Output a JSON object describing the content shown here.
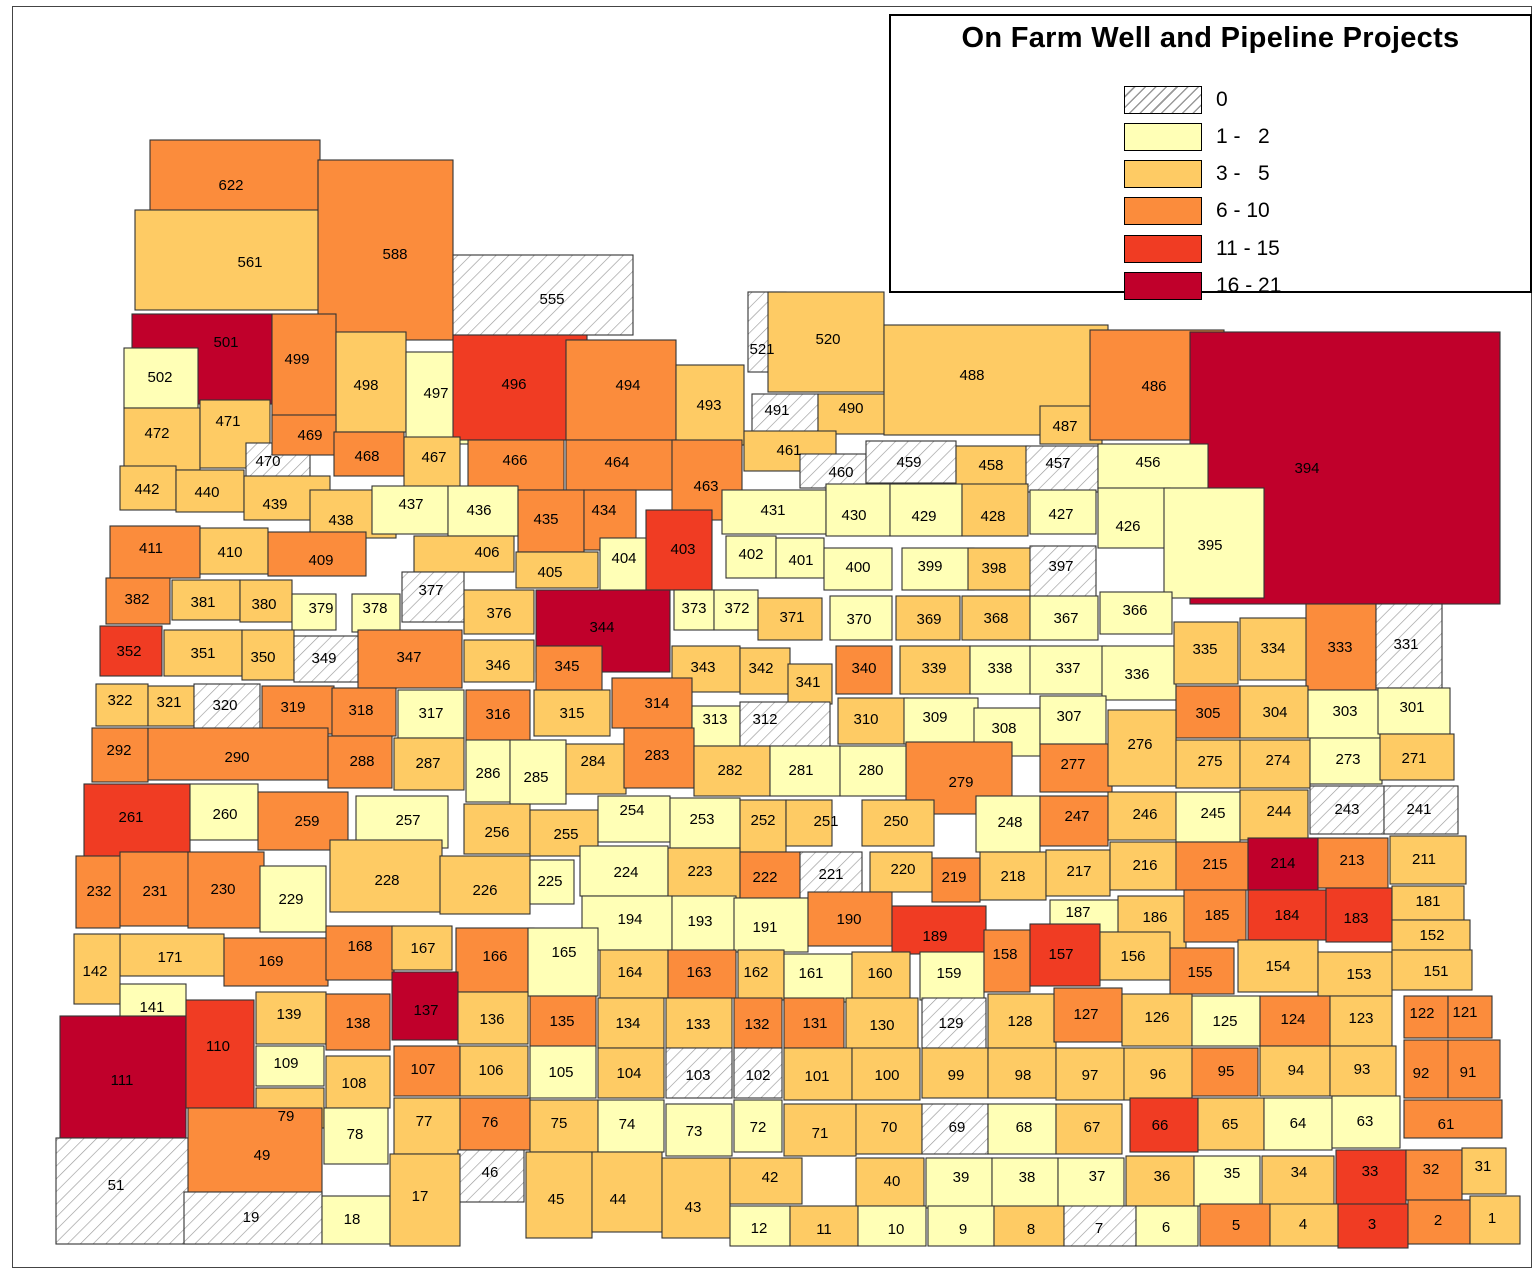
{
  "legend": {
    "title": "On Farm Well and Pipeline Projects",
    "classes": [
      {
        "label": "0",
        "color": "hatch"
      },
      {
        "label": "1 -   2",
        "color": "#FFFFB6"
      },
      {
        "label": "3 -   5",
        "color": "#FECB64"
      },
      {
        "label": "6 - 10",
        "color": "#FB8C3C"
      },
      {
        "label": "11 - 15",
        "color": "#F03C23"
      },
      {
        "label": "16 - 21",
        "color": "#C0002B"
      }
    ]
  },
  "colors": {
    "c0": "hatch",
    "c1": "#FFFFB6",
    "c2": "#FECB64",
    "c3": "#FB8C3C",
    "c4": "#F03C23",
    "c5": "#C0002B",
    "border": "#333333"
  },
  "districts": [
    {
      "id": "622",
      "c": 3
    },
    {
      "id": "561",
      "c": 2
    },
    {
      "id": "588",
      "c": 3
    },
    {
      "id": "555",
      "c": 0
    },
    {
      "id": "501",
      "c": 5
    },
    {
      "id": "502",
      "c": 1
    },
    {
      "id": "499",
      "c": 3
    },
    {
      "id": "498",
      "c": 2
    },
    {
      "id": "497",
      "c": 1
    },
    {
      "id": "496",
      "c": 4
    },
    {
      "id": "494",
      "c": 3
    },
    {
      "id": "493",
      "c": 2
    },
    {
      "id": "521",
      "c": 0
    },
    {
      "id": "520",
      "c": 2
    },
    {
      "id": "491",
      "c": 0
    },
    {
      "id": "490",
      "c": 2
    },
    {
      "id": "488",
      "c": 2
    },
    {
      "id": "487",
      "c": 2
    },
    {
      "id": "486",
      "c": 3
    },
    {
      "id": "394",
      "c": 5
    },
    {
      "id": "472",
      "c": 2
    },
    {
      "id": "471",
      "c": 2
    },
    {
      "id": "470",
      "c": 0
    },
    {
      "id": "469",
      "c": 3
    },
    {
      "id": "468",
      "c": 3
    },
    {
      "id": "467",
      "c": 2
    },
    {
      "id": "466",
      "c": 3
    },
    {
      "id": "464",
      "c": 3
    },
    {
      "id": "463",
      "c": 3
    },
    {
      "id": "461",
      "c": 2
    },
    {
      "id": "460",
      "c": 0
    },
    {
      "id": "459",
      "c": 0
    },
    {
      "id": "458",
      "c": 2
    },
    {
      "id": "457",
      "c": 0
    },
    {
      "id": "456",
      "c": 1
    },
    {
      "id": "442",
      "c": 2
    },
    {
      "id": "440",
      "c": 2
    },
    {
      "id": "439",
      "c": 2
    },
    {
      "id": "438",
      "c": 2
    },
    {
      "id": "437",
      "c": 1
    },
    {
      "id": "436",
      "c": 1
    },
    {
      "id": "435",
      "c": 3
    },
    {
      "id": "434",
      "c": 3
    },
    {
      "id": "431",
      "c": 1
    },
    {
      "id": "430",
      "c": 1
    },
    {
      "id": "429",
      "c": 1
    },
    {
      "id": "428",
      "c": 2
    },
    {
      "id": "427",
      "c": 1
    },
    {
      "id": "426",
      "c": 1
    },
    {
      "id": "395",
      "c": 1
    },
    {
      "id": "411",
      "c": 3
    },
    {
      "id": "410",
      "c": 2
    },
    {
      "id": "409",
      "c": 3
    },
    {
      "id": "406",
      "c": 2
    },
    {
      "id": "405",
      "c": 2
    },
    {
      "id": "404",
      "c": 1
    },
    {
      "id": "403",
      "c": 4
    },
    {
      "id": "402",
      "c": 1
    },
    {
      "id": "401",
      "c": 1
    },
    {
      "id": "400",
      "c": 1
    },
    {
      "id": "399",
      "c": 1
    },
    {
      "id": "398",
      "c": 2
    },
    {
      "id": "397",
      "c": 0
    },
    {
      "id": "382",
      "c": 3
    },
    {
      "id": "381",
      "c": 2
    },
    {
      "id": "380",
      "c": 2
    },
    {
      "id": "379",
      "c": 1
    },
    {
      "id": "378",
      "c": 1
    },
    {
      "id": "377",
      "c": 0
    },
    {
      "id": "376",
      "c": 2
    },
    {
      "id": "344",
      "c": 5
    },
    {
      "id": "373",
      "c": 1
    },
    {
      "id": "372",
      "c": 1
    },
    {
      "id": "371",
      "c": 2
    },
    {
      "id": "370",
      "c": 1
    },
    {
      "id": "369",
      "c": 2
    },
    {
      "id": "368",
      "c": 2
    },
    {
      "id": "367",
      "c": 1
    },
    {
      "id": "366",
      "c": 1
    },
    {
      "id": "352",
      "c": 4
    },
    {
      "id": "351",
      "c": 2
    },
    {
      "id": "350",
      "c": 2
    },
    {
      "id": "349",
      "c": 0
    },
    {
      "id": "347",
      "c": 3
    },
    {
      "id": "346",
      "c": 2
    },
    {
      "id": "345",
      "c": 3
    },
    {
      "id": "343",
      "c": 2
    },
    {
      "id": "342",
      "c": 2
    },
    {
      "id": "341",
      "c": 2
    },
    {
      "id": "340",
      "c": 3
    },
    {
      "id": "339",
      "c": 2
    },
    {
      "id": "338",
      "c": 1
    },
    {
      "id": "337",
      "c": 1
    },
    {
      "id": "336",
      "c": 1
    },
    {
      "id": "335",
      "c": 2
    },
    {
      "id": "334",
      "c": 2
    },
    {
      "id": "333",
      "c": 3
    },
    {
      "id": "331",
      "c": 0
    },
    {
      "id": "322",
      "c": 2
    },
    {
      "id": "321",
      "c": 2
    },
    {
      "id": "320",
      "c": 0
    },
    {
      "id": "319",
      "c": 3
    },
    {
      "id": "318",
      "c": 3
    },
    {
      "id": "317",
      "c": 1
    },
    {
      "id": "316",
      "c": 3
    },
    {
      "id": "315",
      "c": 2
    },
    {
      "id": "314",
      "c": 3
    },
    {
      "id": "313",
      "c": 1
    },
    {
      "id": "312",
      "c": 0
    },
    {
      "id": "310",
      "c": 2
    },
    {
      "id": "309",
      "c": 1
    },
    {
      "id": "308",
      "c": 1
    },
    {
      "id": "307",
      "c": 1
    },
    {
      "id": "305",
      "c": 3
    },
    {
      "id": "304",
      "c": 2
    },
    {
      "id": "303",
      "c": 1
    },
    {
      "id": "301",
      "c": 1
    },
    {
      "id": "292",
      "c": 3
    },
    {
      "id": "290",
      "c": 3
    },
    {
      "id": "288",
      "c": 3
    },
    {
      "id": "287",
      "c": 2
    },
    {
      "id": "286",
      "c": 1
    },
    {
      "id": "285",
      "c": 1
    },
    {
      "id": "284",
      "c": 2
    },
    {
      "id": "283",
      "c": 3
    },
    {
      "id": "282",
      "c": 2
    },
    {
      "id": "281",
      "c": 1
    },
    {
      "id": "280",
      "c": 1
    },
    {
      "id": "279",
      "c": 3
    },
    {
      "id": "277",
      "c": 3
    },
    {
      "id": "276",
      "c": 2
    },
    {
      "id": "275",
      "c": 2
    },
    {
      "id": "274",
      "c": 2
    },
    {
      "id": "273",
      "c": 1
    },
    {
      "id": "271",
      "c": 2
    },
    {
      "id": "261",
      "c": 4
    },
    {
      "id": "260",
      "c": 1
    },
    {
      "id": "259",
      "c": 3
    },
    {
      "id": "257",
      "c": 1
    },
    {
      "id": "256",
      "c": 2
    },
    {
      "id": "255",
      "c": 2
    },
    {
      "id": "254",
      "c": 1
    },
    {
      "id": "253",
      "c": 1
    },
    {
      "id": "252",
      "c": 2
    },
    {
      "id": "251",
      "c": 2
    },
    {
      "id": "250",
      "c": 2
    },
    {
      "id": "248",
      "c": 1
    },
    {
      "id": "247",
      "c": 3
    },
    {
      "id": "246",
      "c": 2
    },
    {
      "id": "245",
      "c": 1
    },
    {
      "id": "244",
      "c": 2
    },
    {
      "id": "243",
      "c": 0
    },
    {
      "id": "241",
      "c": 0
    },
    {
      "id": "232",
      "c": 3
    },
    {
      "id": "231",
      "c": 3
    },
    {
      "id": "230",
      "c": 3
    },
    {
      "id": "229",
      "c": 1
    },
    {
      "id": "228",
      "c": 2
    },
    {
      "id": "226",
      "c": 2
    },
    {
      "id": "225",
      "c": 1
    },
    {
      "id": "224",
      "c": 1
    },
    {
      "id": "223",
      "c": 2
    },
    {
      "id": "222",
      "c": 3
    },
    {
      "id": "221",
      "c": 0
    },
    {
      "id": "220",
      "c": 2
    },
    {
      "id": "219",
      "c": 3
    },
    {
      "id": "218",
      "c": 2
    },
    {
      "id": "217",
      "c": 2
    },
    {
      "id": "216",
      "c": 2
    },
    {
      "id": "215",
      "c": 3
    },
    {
      "id": "214",
      "c": 5
    },
    {
      "id": "213",
      "c": 3
    },
    {
      "id": "211",
      "c": 2
    },
    {
      "id": "194",
      "c": 1
    },
    {
      "id": "193",
      "c": 1
    },
    {
      "id": "191",
      "c": 1
    },
    {
      "id": "190",
      "c": 3
    },
    {
      "id": "189",
      "c": 4
    },
    {
      "id": "187",
      "c": 1
    },
    {
      "id": "186",
      "c": 2
    },
    {
      "id": "185",
      "c": 3
    },
    {
      "id": "184",
      "c": 4
    },
    {
      "id": "183",
      "c": 4
    },
    {
      "id": "181",
      "c": 2
    },
    {
      "id": "152",
      "c": 2
    },
    {
      "id": "171",
      "c": 2
    },
    {
      "id": "169",
      "c": 3
    },
    {
      "id": "168",
      "c": 3
    },
    {
      "id": "167",
      "c": 2
    },
    {
      "id": "166",
      "c": 3
    },
    {
      "id": "165",
      "c": 1
    },
    {
      "id": "164",
      "c": 2
    },
    {
      "id": "163",
      "c": 3
    },
    {
      "id": "162",
      "c": 2
    },
    {
      "id": "161",
      "c": 1
    },
    {
      "id": "160",
      "c": 2
    },
    {
      "id": "159",
      "c": 1
    },
    {
      "id": "158",
      "c": 3
    },
    {
      "id": "157",
      "c": 4
    },
    {
      "id": "156",
      "c": 2
    },
    {
      "id": "155",
      "c": 3
    },
    {
      "id": "154",
      "c": 2
    },
    {
      "id": "153",
      "c": 2
    },
    {
      "id": "151",
      "c": 2
    },
    {
      "id": "142",
      "c": 2
    },
    {
      "id": "141",
      "c": 1
    },
    {
      "id": "139",
      "c": 2
    },
    {
      "id": "138",
      "c": 3
    },
    {
      "id": "137",
      "c": 5
    },
    {
      "id": "136",
      "c": 2
    },
    {
      "id": "135",
      "c": 3
    },
    {
      "id": "134",
      "c": 2
    },
    {
      "id": "133",
      "c": 2
    },
    {
      "id": "132",
      "c": 3
    },
    {
      "id": "131",
      "c": 3
    },
    {
      "id": "130",
      "c": 2
    },
    {
      "id": "129",
      "c": 0
    },
    {
      "id": "128",
      "c": 2
    },
    {
      "id": "127",
      "c": 3
    },
    {
      "id": "126",
      "c": 2
    },
    {
      "id": "125",
      "c": 1
    },
    {
      "id": "124",
      "c": 3
    },
    {
      "id": "123",
      "c": 2
    },
    {
      "id": "122",
      "c": 3
    },
    {
      "id": "121",
      "c": 3
    },
    {
      "id": "111",
      "c": 5
    },
    {
      "id": "110",
      "c": 4
    },
    {
      "id": "109",
      "c": 1
    },
    {
      "id": "108",
      "c": 2
    },
    {
      "id": "107",
      "c": 3
    },
    {
      "id": "106",
      "c": 2
    },
    {
      "id": "105",
      "c": 1
    },
    {
      "id": "104",
      "c": 2
    },
    {
      "id": "103",
      "c": 0
    },
    {
      "id": "102",
      "c": 0
    },
    {
      "id": "101",
      "c": 2
    },
    {
      "id": "100",
      "c": 2
    },
    {
      "id": "99",
      "c": 2
    },
    {
      "id": "98",
      "c": 2
    },
    {
      "id": "97",
      "c": 2
    },
    {
      "id": "96",
      "c": 2
    },
    {
      "id": "95",
      "c": 3
    },
    {
      "id": "94",
      "c": 2
    },
    {
      "id": "93",
      "c": 2
    },
    {
      "id": "92",
      "c": 3
    },
    {
      "id": "91",
      "c": 3
    },
    {
      "id": "79",
      "c": 2
    },
    {
      "id": "78",
      "c": 1
    },
    {
      "id": "77",
      "c": 2
    },
    {
      "id": "76",
      "c": 3
    },
    {
      "id": "75",
      "c": 2
    },
    {
      "id": "74",
      "c": 1
    },
    {
      "id": "73",
      "c": 1
    },
    {
      "id": "72",
      "c": 1
    },
    {
      "id": "71",
      "c": 2
    },
    {
      "id": "70",
      "c": 2
    },
    {
      "id": "69",
      "c": 0
    },
    {
      "id": "68",
      "c": 1
    },
    {
      "id": "67",
      "c": 2
    },
    {
      "id": "66",
      "c": 4
    },
    {
      "id": "65",
      "c": 2
    },
    {
      "id": "64",
      "c": 1
    },
    {
      "id": "63",
      "c": 1
    },
    {
      "id": "61",
      "c": 3
    },
    {
      "id": "51",
      "c": 0
    },
    {
      "id": "49",
      "c": 3
    },
    {
      "id": "46",
      "c": 0
    },
    {
      "id": "45",
      "c": 2
    },
    {
      "id": "44",
      "c": 2
    },
    {
      "id": "43",
      "c": 2
    },
    {
      "id": "42",
      "c": 2
    },
    {
      "id": "40",
      "c": 2
    },
    {
      "id": "39",
      "c": 1
    },
    {
      "id": "38",
      "c": 1
    },
    {
      "id": "37",
      "c": 1
    },
    {
      "id": "36",
      "c": 2
    },
    {
      "id": "35",
      "c": 1
    },
    {
      "id": "34",
      "c": 2
    },
    {
      "id": "33",
      "c": 4
    },
    {
      "id": "32",
      "c": 3
    },
    {
      "id": "31",
      "c": 2
    },
    {
      "id": "19",
      "c": 0
    },
    {
      "id": "18",
      "c": 1
    },
    {
      "id": "17",
      "c": 2
    },
    {
      "id": "12",
      "c": 1
    },
    {
      "id": "11",
      "c": 2
    },
    {
      "id": "10",
      "c": 1
    },
    {
      "id": "9",
      "c": 1
    },
    {
      "id": "8",
      "c": 2
    },
    {
      "id": "7",
      "c": 0
    },
    {
      "id": "6",
      "c": 1
    },
    {
      "id": "5",
      "c": 3
    },
    {
      "id": "4",
      "c": 2
    },
    {
      "id": "3",
      "c": 4
    },
    {
      "id": "2",
      "c": 3
    },
    {
      "id": "1",
      "c": 2
    }
  ]
}
